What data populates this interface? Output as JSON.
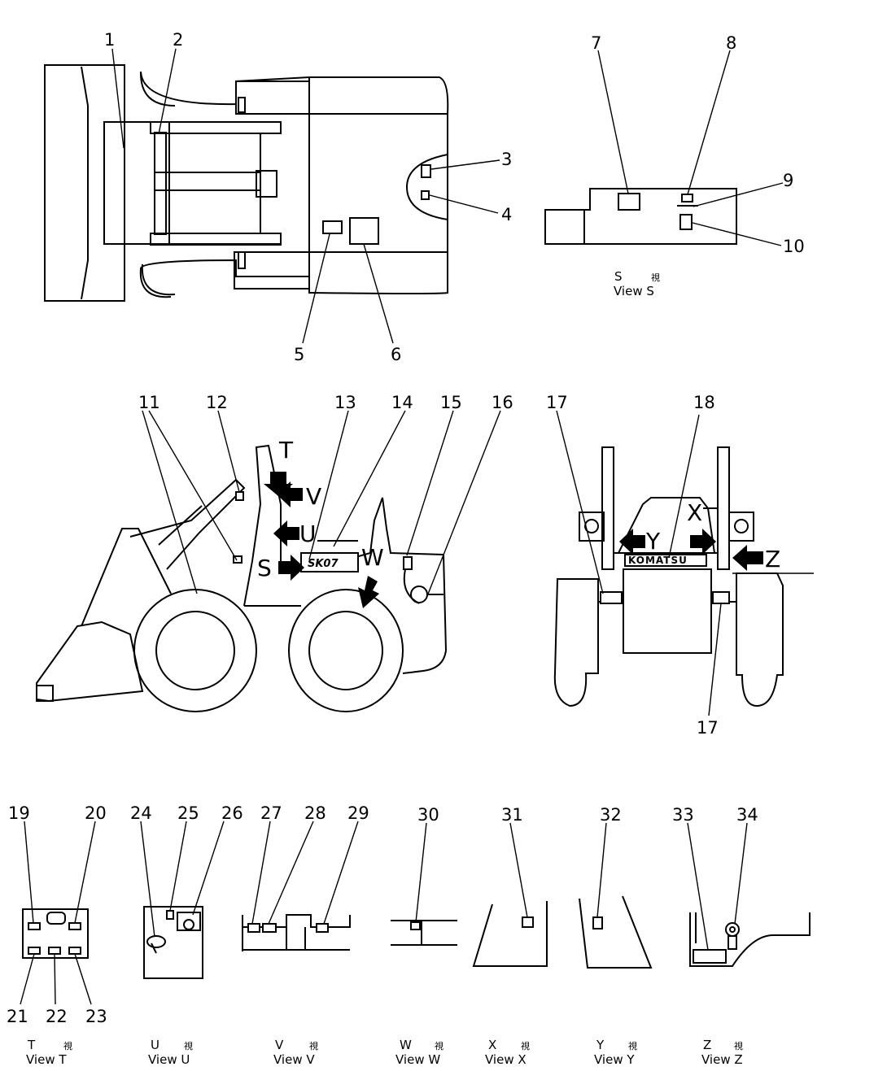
{
  "callouts": {
    "n1": "1",
    "n2": "2",
    "n3": "3",
    "n4": "4",
    "n5": "5",
    "n6": "6",
    "n7": "7",
    "n8": "8",
    "n9": "9",
    "n10": "10",
    "n11": "11",
    "n12": "12",
    "n13": "13",
    "n14": "14",
    "n15": "15",
    "n16": "16",
    "n17a": "17",
    "n17b": "17",
    "n18": "18",
    "n19": "19",
    "n20": "20",
    "n21": "21",
    "n22": "22",
    "n23": "23",
    "n24": "24",
    "n25": "25",
    "n26": "26",
    "n27": "27",
    "n28": "28",
    "n29": "29",
    "n30": "30",
    "n31": "31",
    "n32": "32",
    "n33": "33",
    "n34": "34"
  },
  "view_arrows": {
    "S": "S",
    "T": "T",
    "U": "U",
    "V": "V",
    "W": "W",
    "X": "X",
    "Y": "Y",
    "Z": "Z"
  },
  "machine_text": {
    "brand": "KOMATSU",
    "model": "SK07"
  },
  "view_captions": {
    "S": {
      "letter": "S",
      "cjk": "視",
      "label": "View S"
    },
    "T": {
      "letter": "T",
      "cjk": "視",
      "label": "View T"
    },
    "U": {
      "letter": "U",
      "cjk": "視",
      "label": "View U"
    },
    "V": {
      "letter": "V",
      "cjk": "視",
      "label": "View V"
    },
    "W": {
      "letter": "W",
      "cjk": "視",
      "label": "View W"
    },
    "X": {
      "letter": "X",
      "cjk": "視",
      "label": "View X"
    },
    "Y": {
      "letter": "Y",
      "cjk": "視",
      "label": "View Y"
    },
    "Z": {
      "letter": "Z",
      "cjk": "視",
      "label": "View Z"
    }
  }
}
